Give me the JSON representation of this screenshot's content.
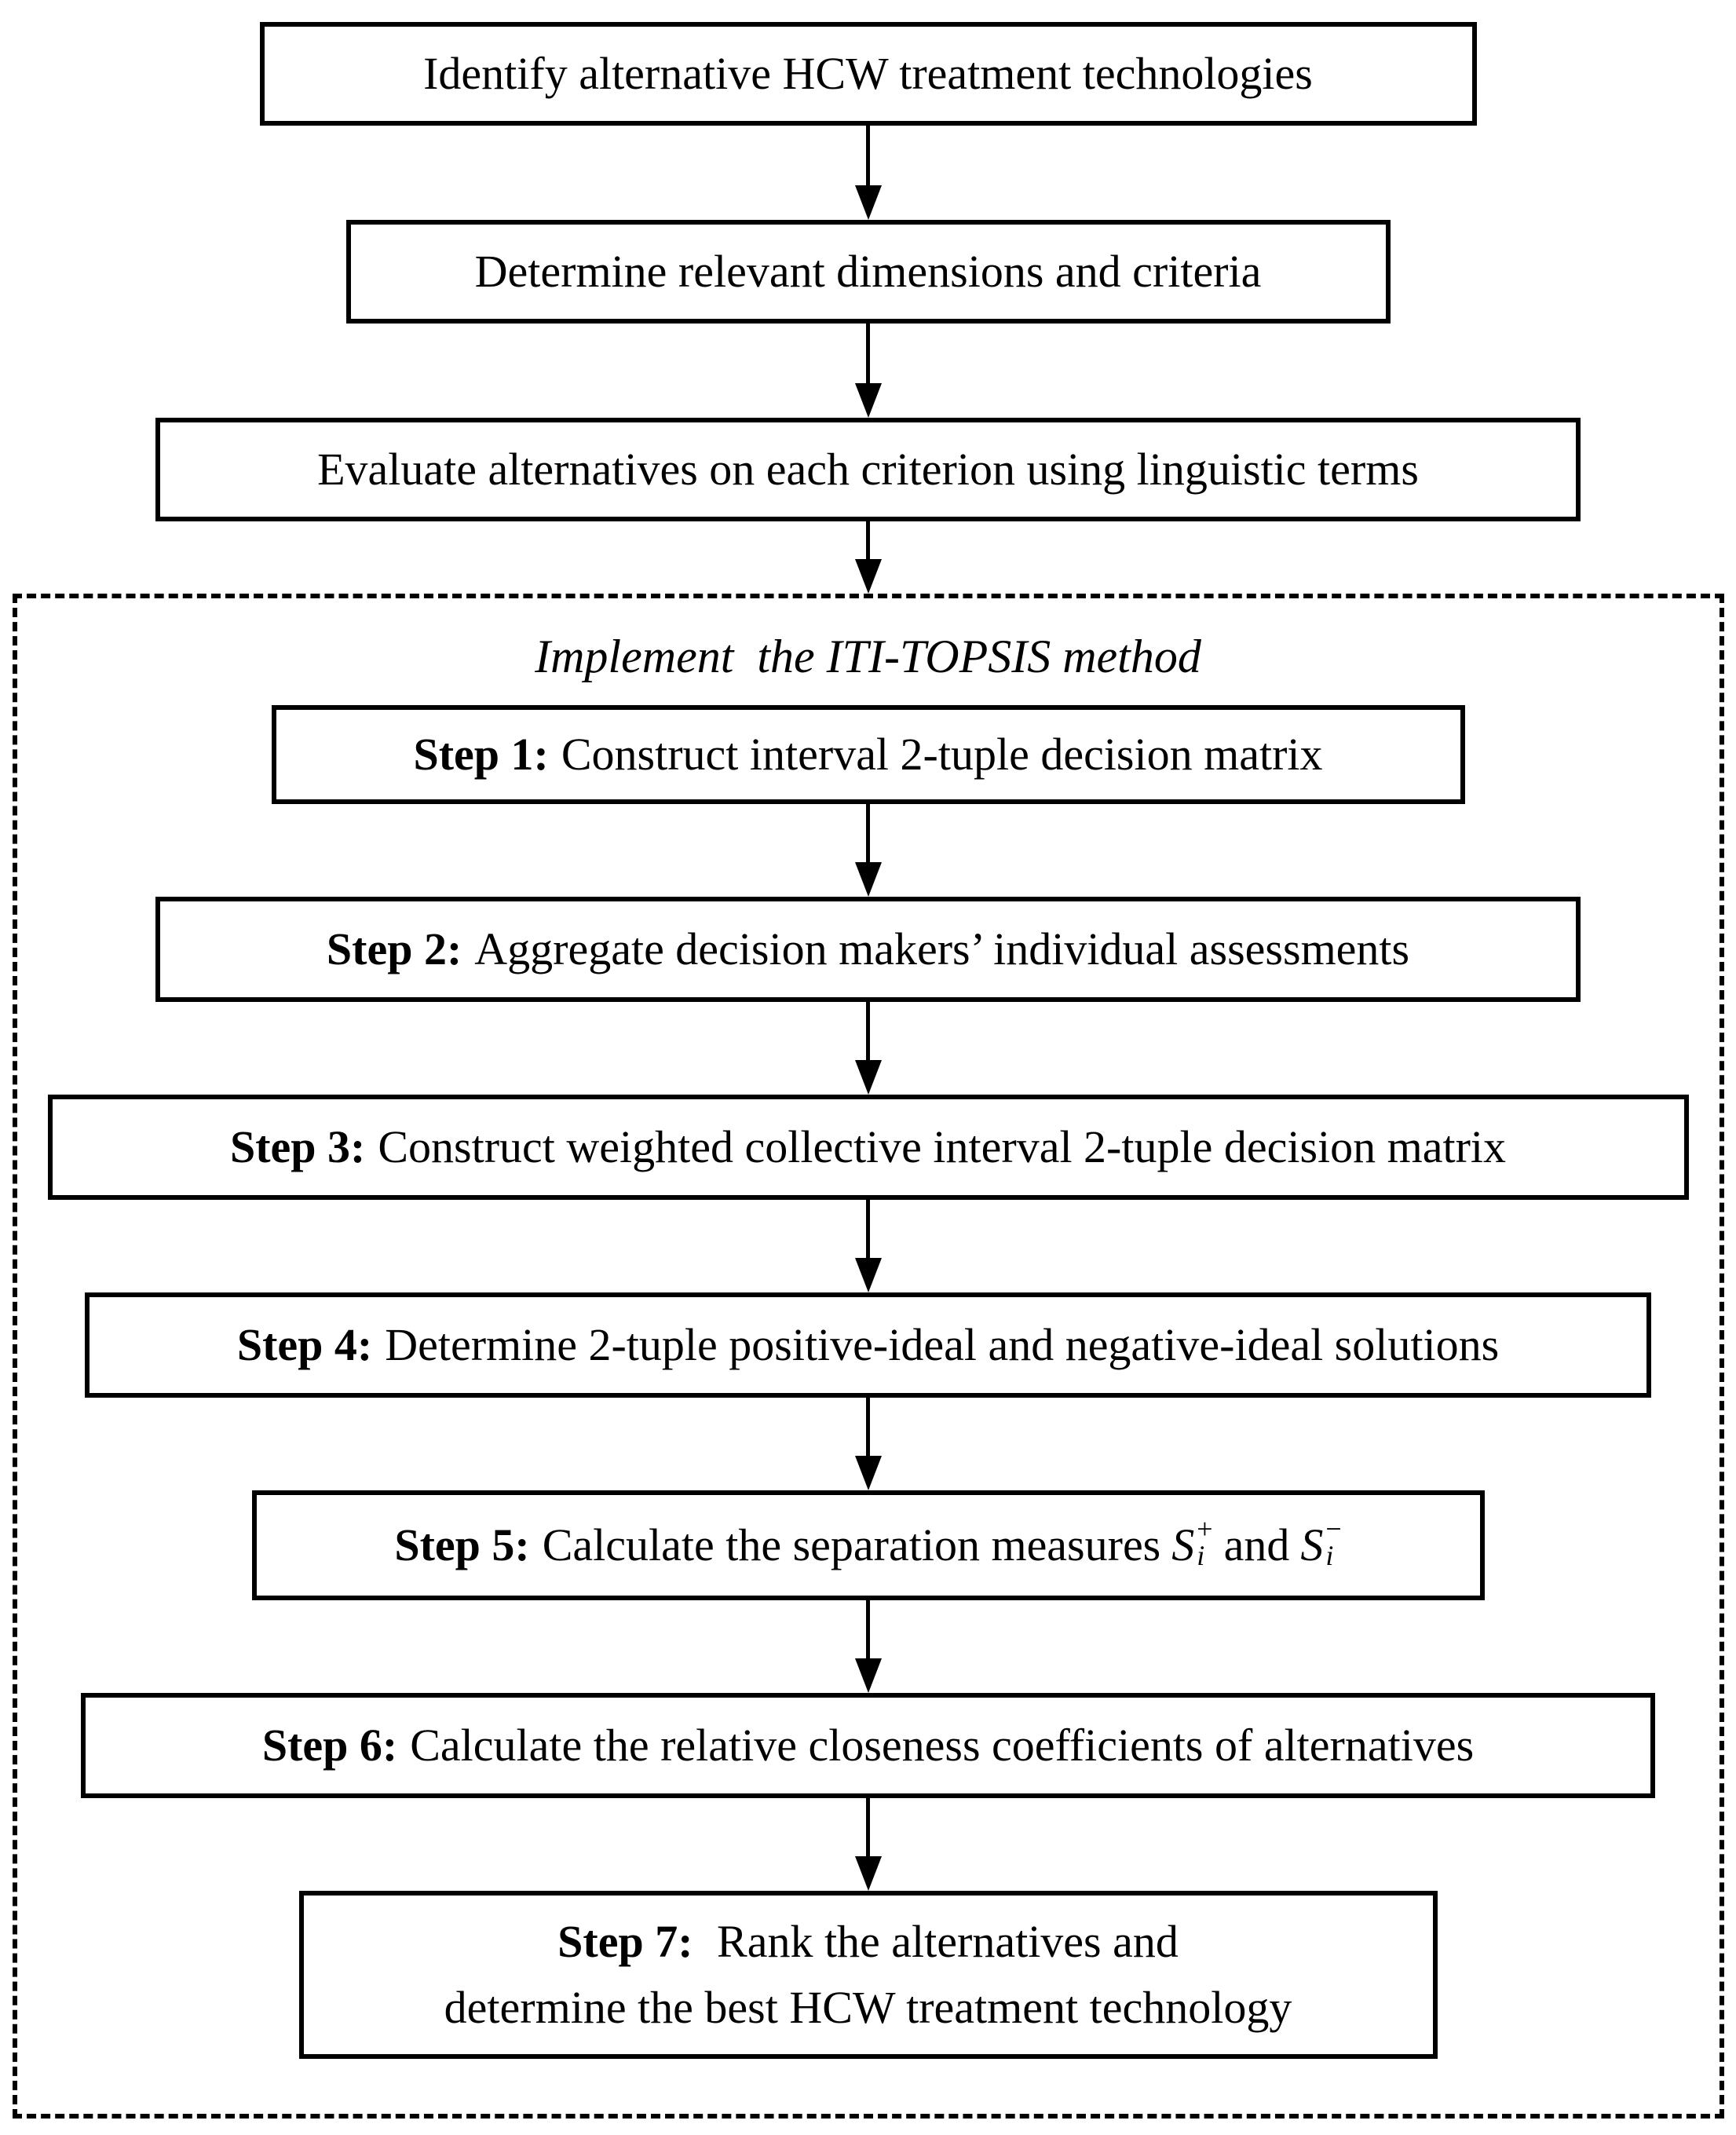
{
  "diagram": {
    "boxes": {
      "box1": "Identify alternative HCW treatment technologies",
      "box2": "Determine relevant dimensions and criteria",
      "box3": "Evaluate alternatives on each criterion using linguistic terms"
    },
    "dashed_group": {
      "title": "Implement  the ITI-TOPSIS method",
      "steps": [
        {
          "prefix": "Step 1:",
          "text": "Construct interval 2-tuple decision matrix"
        },
        {
          "prefix": "Step 2:",
          "text": "Aggregate decision makers’ individual assessments"
        },
        {
          "prefix": "Step 3:",
          "text": "Construct weighted collective interval 2-tuple decision matrix"
        },
        {
          "prefix": "Step 4:",
          "text": "Determine 2-tuple positive-ideal and negative-ideal solutions"
        },
        {
          "prefix": "Step 5:",
          "text": "Calculate the separation measures",
          "math": {
            "symbol": "S",
            "subscript": "i",
            "superscript_plus": "+",
            "conjunction": "and",
            "superscript_minus": "−"
          }
        },
        {
          "prefix": "Step 6:",
          "text": "Calculate the relative closeness coefficients of alternatives"
        },
        {
          "prefix": "Step 7:",
          "line1": "Rank the alternatives and",
          "line2": "determine the best HCW treatment technology"
        }
      ]
    },
    "colors": {
      "line": "#000000",
      "background": "#ffffff",
      "text": "#000000"
    }
  }
}
